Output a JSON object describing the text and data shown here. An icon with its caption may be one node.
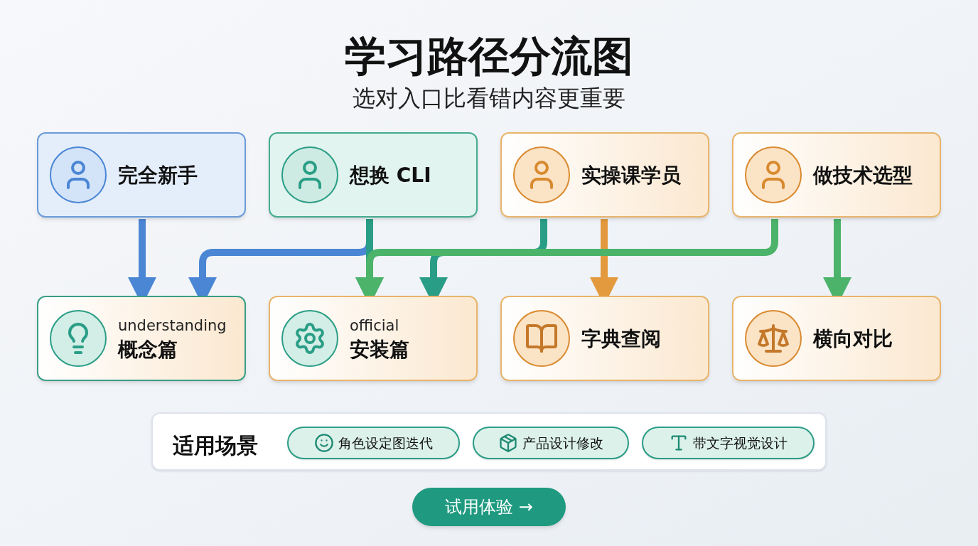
{
  "diagram": {
    "title": "学习路径分流图",
    "nodes": [
      {
        "text": [
          "完全新手"
        ]
      },
      {
        "text": [
          "想换 CLI"
        ]
      },
      {
        "text": [
          "实操课学员"
        ]
      },
      {
        "text": [
          "做技术选型"
        ]
      },
      {
        "text": [
          "understanding",
          "概念篇"
        ]
      },
      {
        "text": [
          "official",
          "安装篇"
        ]
      },
      {
        "text": [
          "字典查阅"
        ]
      },
      {
        "text": [
          "横向对比"
        ]
      },
      {
        "text": [
          "适用场景"
        ]
      },
      {
        "text": [
          "角色设定图迭代"
        ],
        "in": 8
      },
      {
        "text": [
          "产品设计修改"
        ],
        "in": 8
      },
      {
        "text": [
          "带文字视觉设计"
        ],
        "in": 8
      },
      {
        "text": [
          "试用体验 →"
        ]
      }
    ],
    "edges": [
      {
        "from": 0,
        "to": 4,
        "arrow": "to",
        "color": "#4a86d4"
      },
      {
        "from": 1,
        "to": 4,
        "arrow": "to",
        "color": "#4a86d4"
      },
      {
        "from": 1,
        "to": 5,
        "arrow": "to",
        "color": "#2a9d86"
      },
      {
        "from": 2,
        "to": 5,
        "arrow": "to",
        "color": "#2a9d86"
      },
      {
        "from": 2,
        "to": 6,
        "arrow": "to",
        "color": "#e39a3e"
      },
      {
        "from": 3,
        "to": 5,
        "arrow": "to",
        "color": "#4cb36a"
      },
      {
        "from": 3,
        "to": 7,
        "arrow": "to",
        "color": "#4cb36a"
      }
    ],
    "labels": [
      "选对入口比看错内容更重要"
    ]
  }
}
